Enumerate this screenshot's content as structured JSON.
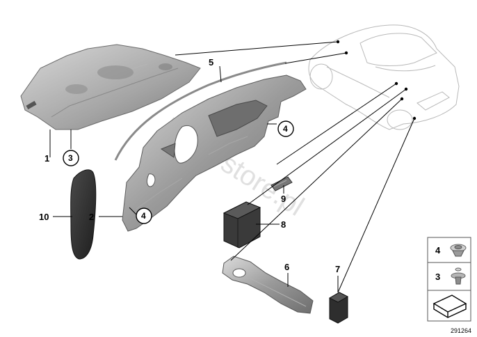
{
  "callouts": {
    "c1": "1",
    "c2": "2",
    "c3": "3",
    "c4a": "4",
    "c4b": "4",
    "c5": "5",
    "c6": "6",
    "c7": "7",
    "c8": "8",
    "c9": "9",
    "c10": "10"
  },
  "legend": {
    "l4": "4",
    "l3": "3"
  },
  "reference_number": "291264",
  "watermark": "BMWstore.pl"
}
